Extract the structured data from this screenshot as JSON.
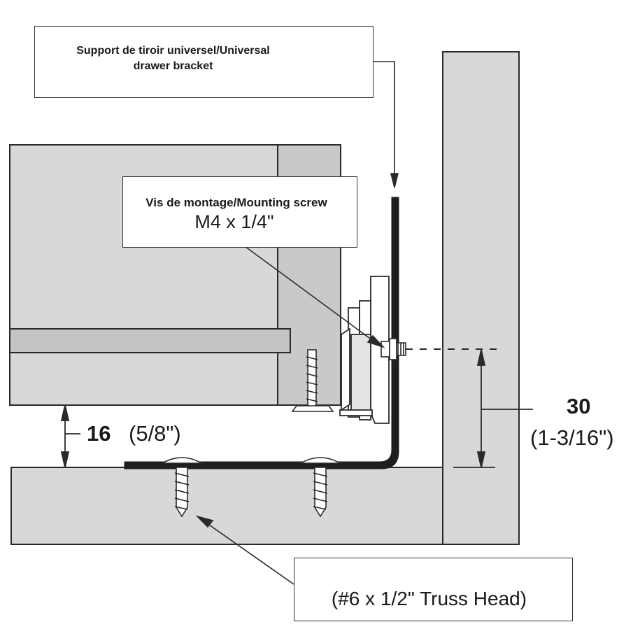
{
  "labels": {
    "bracket_line1": "Support de tiroir universel/Universal",
    "bracket_line2": "drawer bracket",
    "screw_title": "Vis de montage/Mounting screw",
    "screw_spec": "M4 x 1/4\"",
    "dim16_value": "16",
    "dim16_inch": "(5/8\")",
    "dim30_value": "30",
    "dim30_inch": "(1-3/16\")",
    "truss_screw": "(#6 x 1/2\" Truss Head)"
  },
  "colors": {
    "panel_fill": "#d8d8d8",
    "panel_dark": "#c4c4c4",
    "outline": "#2a2a2a",
    "bracket": "#1e1e1e"
  }
}
